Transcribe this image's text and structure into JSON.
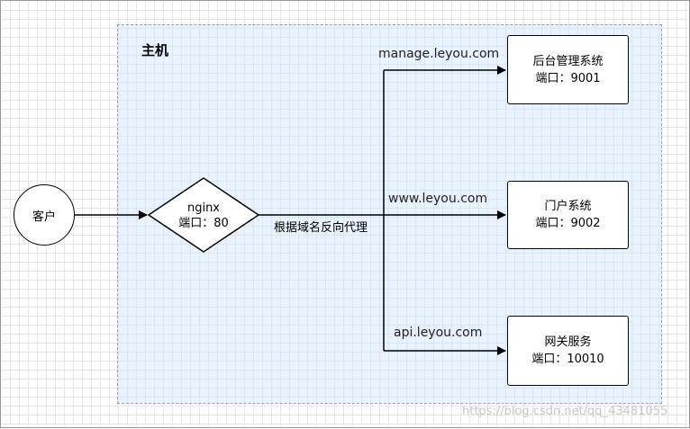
{
  "host": {
    "title": "主机"
  },
  "client": {
    "label": "客户"
  },
  "nginx": {
    "name": "nginx",
    "port": "端口：80"
  },
  "proxy": {
    "label": "根据域名反向代理"
  },
  "routes": [
    {
      "domain": "manage.leyou.com",
      "service": "后台管理系统",
      "port": "端口：9001"
    },
    {
      "domain": "www.leyou.com",
      "service": "门户系统",
      "port": "端口：9002"
    },
    {
      "domain": "api.leyou.com",
      "service": "网关服务",
      "port": "端口：10010"
    }
  ],
  "watermark": "https://blog.csdn.net/qq_43481055",
  "colors": {
    "host_fill": "#cce5ff",
    "host_border": "#9aa3ab",
    "line": "#000000"
  }
}
